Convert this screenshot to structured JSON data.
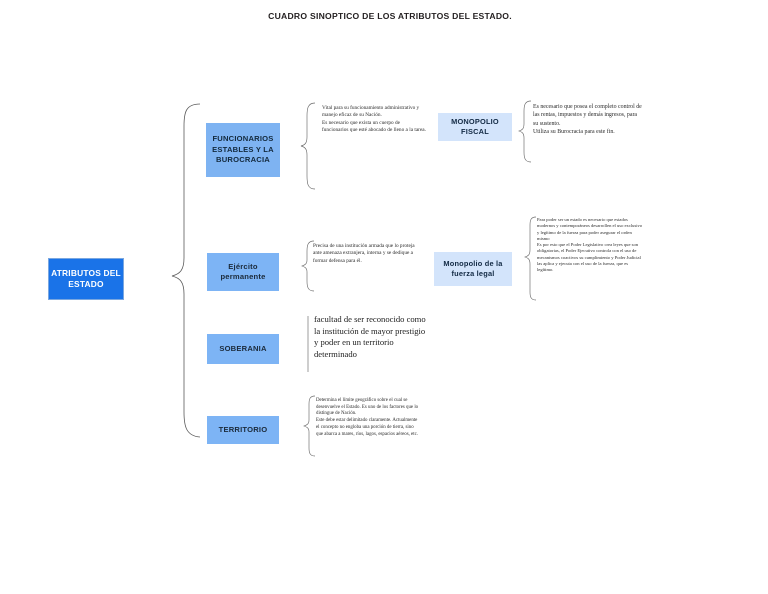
{
  "title": "CUADRO SINOPTICO DE LOS ATRIBUTOS DEL ESTADO.",
  "colors": {
    "root_box": "#1a73e8",
    "root_text": "#ffffff",
    "branch_box": "#7eb3f2",
    "branch_text": "#13293d",
    "sub_box": "#d3e4fb",
    "sub_text": "#132a44",
    "body_text": "#2b2b2b",
    "connector": "#5b5b5b",
    "background": "#ffffff"
  },
  "root": {
    "label": "ATRIBUTOS DEL ESTADO"
  },
  "branches": [
    {
      "id": "funcionarios",
      "label": "FUNCIONARIOS ESTABLES Y LA BUROCRACIA",
      "description": [
        "Vital para su funcionamiento administrativo y manejo eficaz de su Nación.",
        "Es necesario que exista un cuerpo de funcionarios que esté abocado de lleno a la tarea."
      ],
      "sub_node": {
        "label": "MONOPOLIO FISCAL",
        "description": [
          "Es necesario que posea el completo control de las rentas, impuestos y demás ingresos, para su sustento.",
          "Utiliza su Burocracia para este fin."
        ]
      }
    },
    {
      "id": "ejercito",
      "label": "Ejército permanente",
      "description": [
        "Precisa de una institución armada que lo proteja ante amenaza extranjera, interna y se dedique a formar defensa para él."
      ],
      "sub_node": {
        "label": "Monopolio de la fuerza legal",
        "description": [
          "Para poder ser un estado es necesario que estados modernos y contemporáneos desarrollen el uso exclusivo y legítimo de la fuerza para poder asegurar el orden mismo",
          "Es por esto que el Poder Legislativo crea leyes que son obligatorias, el Poder Ejecutivo controla con el uso de mecanismos coactivos su cumplimiento y Poder Judicial las aplica y ejecuta con el uso de la fuerza, que es legítimo."
        ]
      }
    },
    {
      "id": "soberania",
      "label": "SOBERANIA",
      "description": [
        "facultad de ser reconocido como la institución de mayor prestigio y poder en un territorio determinado"
      ],
      "sub_node": null
    },
    {
      "id": "territorio",
      "label": "TERRITORIO",
      "description": [
        "Determina el límite geográfico sobre el cual se desenvuelve el Estado. Es uno de los factores que lo distingue de Nación.",
        "Este debe estar delimitado claramente. Actualmente el concepto no engloba una porción de tierra, sino que abarca a mares, ríos, lagos, espacios aéreos, etc."
      ],
      "sub_node": null
    }
  ]
}
